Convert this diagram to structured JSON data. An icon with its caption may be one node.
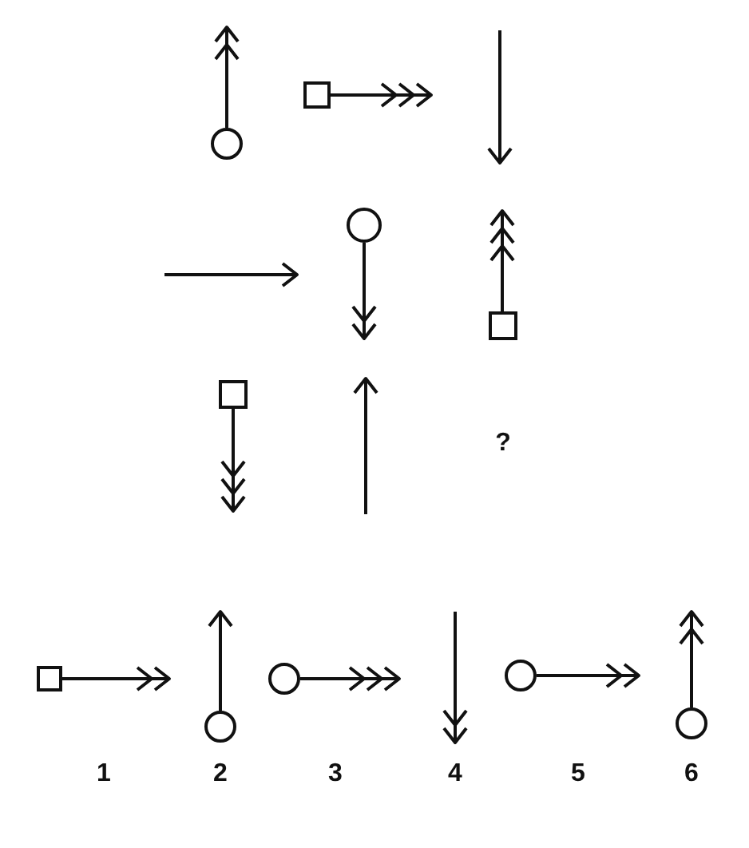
{
  "diagram": {
    "nodes": [
      {
        "text": [],
        "shape": "circle"
      },
      {
        "text": [],
        "shape": "box"
      },
      {
        "text": [],
        "shape": "circle"
      },
      {
        "text": [],
        "shape": "box"
      },
      {
        "text": [],
        "shape": "box"
      },
      {
        "text": [],
        "shape": "box"
      },
      {
        "text": [],
        "shape": "circle"
      },
      {
        "text": [],
        "shape": "circle"
      },
      {
        "text": [],
        "shape": "circle"
      },
      {
        "text": [],
        "shape": "circle"
      }
    ],
    "edges": [
      {
        "from": 0,
        "to": null,
        "arrow": "to"
      },
      {
        "from": 1,
        "to": null,
        "arrow": "to"
      },
      {
        "from": 2,
        "to": null,
        "arrow": "to"
      },
      {
        "from": 3,
        "to": null,
        "arrow": "to"
      },
      {
        "from": 4,
        "to": null,
        "arrow": "to"
      },
      {
        "from": 5,
        "to": null,
        "arrow": "to"
      },
      {
        "from": 6,
        "to": null,
        "arrow": "to"
      },
      {
        "from": 7,
        "to": null,
        "arrow": "to"
      },
      {
        "from": 8,
        "to": null,
        "arrow": "to"
      },
      {
        "from": 9,
        "to": null,
        "arrow": "to"
      }
    ],
    "labels": [
      "?",
      "1",
      "2",
      "3",
      "4",
      "5",
      "6"
    ]
  }
}
